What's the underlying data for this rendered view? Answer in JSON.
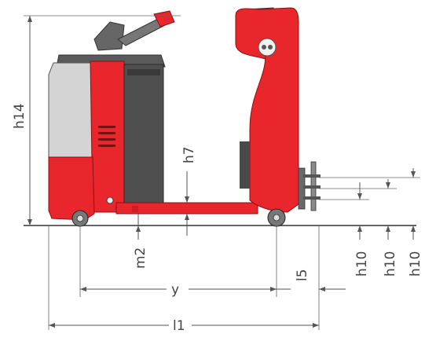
{
  "dimensions": {
    "h14": "h14",
    "h7": "h7",
    "m2": "m2",
    "y": "y",
    "l5": "l5",
    "l1": "l1",
    "h10_a": "h10",
    "h10_b": "h10",
    "h10_c": "h10"
  },
  "colors": {
    "body_red": "#e8262b",
    "body_red_dark": "#b81a1f",
    "dark_grey": "#4a4a4a",
    "light_grey": "#cfcfcf",
    "dim_line": "#555555"
  },
  "icons": {
    "tow_coupling": "tow-coupling-icon",
    "seat": "seat-icon",
    "tiller": "tiller-icon"
  }
}
